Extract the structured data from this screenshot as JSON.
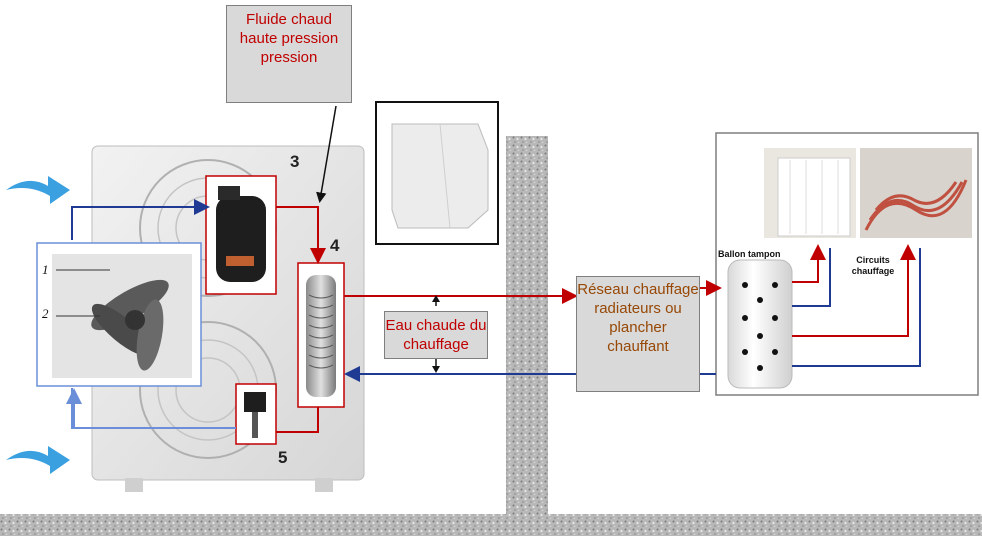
{
  "labels": {
    "fluide_chaud": "Fluide chaud haute pression pression",
    "eau_chaude": "Eau chaude du chauffage",
    "reseau": "Réseau chauffage radiateurs ou plancher chauffant",
    "ballon_tampon": "Ballon tampon",
    "circuits_chauffage": "Circuits chauffage"
  },
  "numbers": {
    "n3": "3",
    "n4": "4",
    "n5": "5",
    "n1": "1",
    "n2": "2"
  },
  "colors": {
    "hot_pipe": "#c00000",
    "cold_pipe": "#1f3a93",
    "light_pipe": "#6a8fd8",
    "label_bg": "#d9d9d9",
    "air_arrow": "#3aa0e0"
  },
  "icons": [
    "air-inflow-arrow-icon",
    "fan-icon",
    "compressor-icon",
    "heat-exchanger-icon",
    "expansion-valve-icon",
    "indoor-unit-icon",
    "radiator-icon",
    "floor-heating-icon",
    "buffer-tank-icon",
    "wall-icon",
    "ground-icon"
  ]
}
